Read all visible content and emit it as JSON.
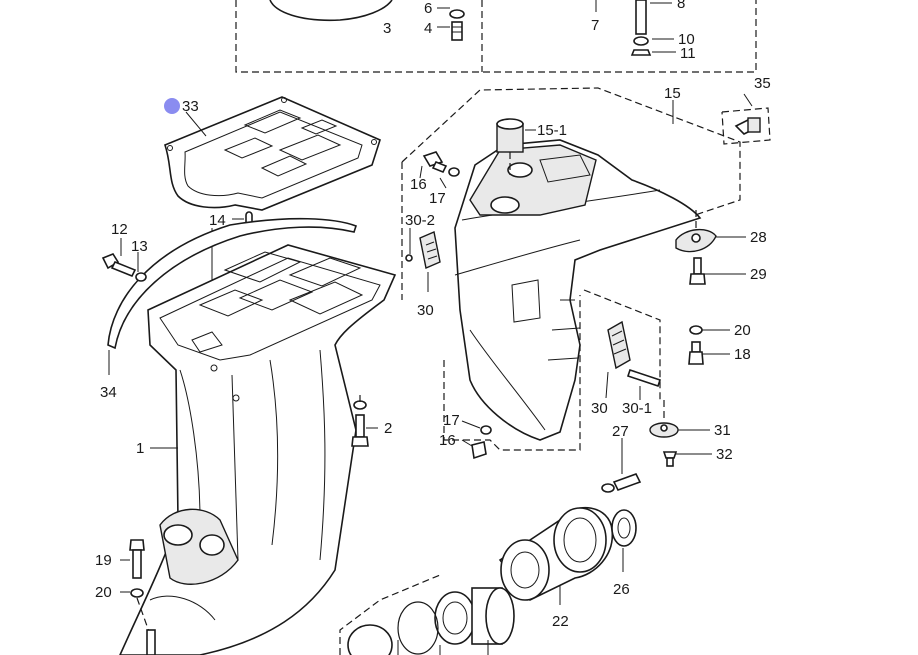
{
  "diagram": {
    "colors": {
      "line": "#1a1a1a",
      "background": "#ffffff",
      "marker": "#8a8cf0"
    },
    "labels": {
      "l3": "3",
      "l6": "6",
      "l4": "4",
      "l7": "7",
      "l8": "8",
      "l10": "10",
      "l11": "11",
      "l33": "33",
      "l35": "35",
      "l15": "15",
      "l15_1": "15-1",
      "l14": "14",
      "l16a": "16",
      "l17a": "17",
      "l30_2": "30-2",
      "l30a": "30",
      "l12": "12",
      "l13": "13",
      "l28": "28",
      "l29": "29",
      "l20a": "20",
      "l18": "18",
      "l34": "34",
      "l2": "2",
      "l1": "1",
      "l30b": "30",
      "l30_1": "30-1",
      "l17b": "17",
      "l16b": "16",
      "l27": "27",
      "l31": "31",
      "l32": "32",
      "l19": "19",
      "l20b": "20",
      "l26": "26",
      "l22": "22"
    }
  }
}
